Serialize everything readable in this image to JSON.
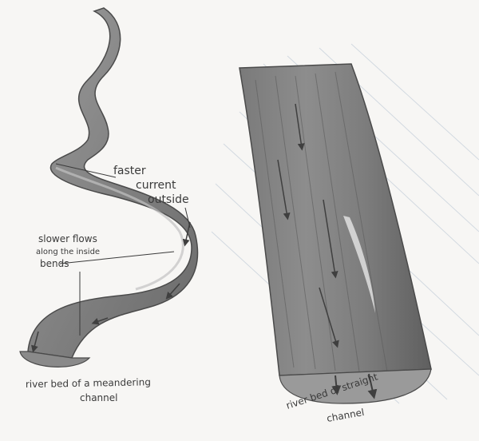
{
  "meander": {
    "label_outside_line1": "faster",
    "label_outside_line2": "current",
    "label_outside_line3": "outside",
    "label_inside_line1": "slower flows",
    "label_inside_line2": "along the inside",
    "label_inside_line3": "bends",
    "bed_label_line1": "river bed of a meandering",
    "bed_label_line2": "channel"
  },
  "straight": {
    "bed_label_line1": "river bed of straight",
    "bed_label_line2": "channel"
  },
  "colors": {
    "paper": "#f7f6f4",
    "river_dark": "#6b6b6b",
    "river_mid": "#8e8e8e",
    "river_light": "#bdbdbd",
    "pencil": "#3a3a3a",
    "water_lines": "#c9d2dc"
  }
}
